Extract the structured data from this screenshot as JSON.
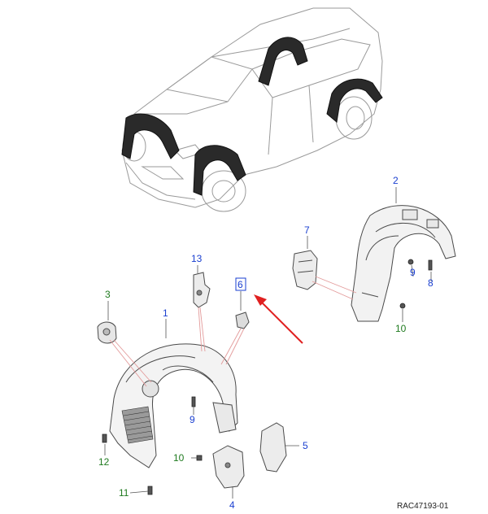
{
  "reference": "RAC47193-01",
  "colors": {
    "blue_label": "#1a3fd0",
    "green_label": "#1f7a1f",
    "arrow": "#e02020",
    "leader": "#e39a9a"
  },
  "callouts": [
    {
      "id": "1",
      "text": "1",
      "color": "blue"
    },
    {
      "id": "2",
      "text": "2",
      "color": "blue"
    },
    {
      "id": "3",
      "text": "3",
      "color": "green"
    },
    {
      "id": "4",
      "text": "4",
      "color": "blue"
    },
    {
      "id": "5",
      "text": "5",
      "color": "blue"
    },
    {
      "id": "6",
      "text": "6",
      "color": "blue",
      "highlighted": true
    },
    {
      "id": "7",
      "text": "7",
      "color": "blue"
    },
    {
      "id": "8",
      "text": "8",
      "color": "blue"
    },
    {
      "id": "9a",
      "text": "9",
      "color": "blue"
    },
    {
      "id": "9b",
      "text": "9",
      "color": "blue"
    },
    {
      "id": "10a",
      "text": "10",
      "color": "green"
    },
    {
      "id": "10b",
      "text": "10",
      "color": "green"
    },
    {
      "id": "11",
      "text": "11",
      "color": "green"
    },
    {
      "id": "12",
      "text": "12",
      "color": "green"
    },
    {
      "id": "13",
      "text": "13",
      "color": "blue"
    }
  ]
}
